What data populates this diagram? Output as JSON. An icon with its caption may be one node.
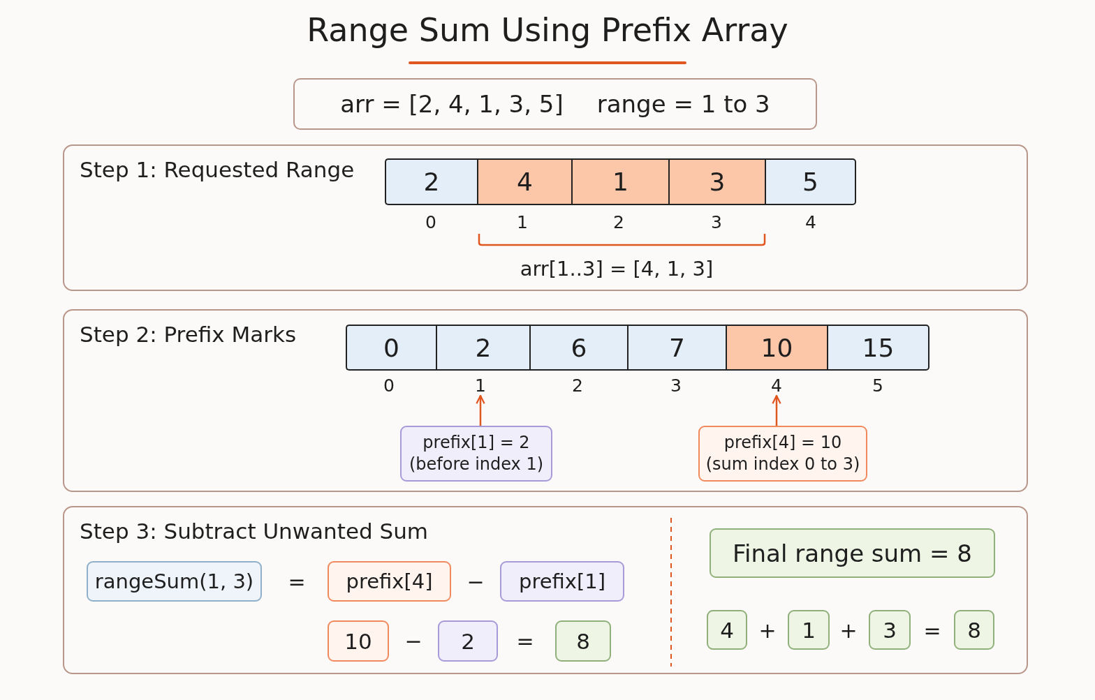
{
  "diagram": {
    "title": "Range Sum Using Prefix Array",
    "nodes": [
      {
        "text": [
          "arr = [2, 4, 1, 3, 5]",
          "range = 1 to 3"
        ]
      },
      {
        "text": [
          "Step 1: Requested Range"
        ]
      },
      {
        "text": [
          "2"
        ],
        "in": 1
      },
      {
        "text": [
          "4"
        ],
        "in": 1
      },
      {
        "text": [
          "1"
        ],
        "in": 1
      },
      {
        "text": [
          "3"
        ],
        "in": 1
      },
      {
        "text": [
          "5"
        ],
        "in": 1
      },
      {
        "text": [
          "Step 2: Prefix Marks"
        ]
      },
      {
        "text": [
          "0"
        ],
        "in": 7
      },
      {
        "text": [
          "2"
        ],
        "in": 7
      },
      {
        "text": [
          "6"
        ],
        "in": 7
      },
      {
        "text": [
          "7"
        ],
        "in": 7
      },
      {
        "text": [
          "10"
        ],
        "in": 7
      },
      {
        "text": [
          "15"
        ],
        "in": 7
      },
      {
        "text": [
          "0"
        ],
        "in": 7
      },
      {
        "text": [
          "1"
        ],
        "in": 7
      },
      {
        "text": [
          "2"
        ],
        "in": 7
      },
      {
        "text": [
          "3"
        ],
        "in": 7
      },
      {
        "text": [
          "4"
        ],
        "in": 7
      },
      {
        "text": [
          "5"
        ],
        "in": 7
      },
      {
        "text": [
          "prefix[1] = 2",
          "(before index 1)"
        ],
        "in": 7
      },
      {
        "text": [
          "prefix[4] = 10",
          "(sum index 0 to 3)"
        ],
        "in": 7
      },
      {
        "text": [
          "Step 3: Subtract Unwanted Sum"
        ]
      },
      {
        "text": [
          "rangeSum(1, 3)"
        ],
        "in": 22
      },
      {
        "text": [
          "prefix[4]"
        ],
        "in": 22
      },
      {
        "text": [
          "prefix[1]"
        ],
        "in": 22
      },
      {
        "text": [
          "10"
        ],
        "in": 22
      },
      {
        "text": [
          "2"
        ],
        "in": 22
      },
      {
        "text": [
          "8"
        ],
        "in": 22
      },
      {
        "text": [
          "Final range sum = 8"
        ],
        "in": 22
      },
      {
        "text": [
          "4"
        ],
        "in": 22
      },
      {
        "text": [
          "1"
        ],
        "in": 22
      },
      {
        "text": [
          "3"
        ],
        "in": 22
      },
      {
        "text": [
          "8"
        ],
        "in": 22
      }
    ],
    "edges": [
      {
        "from": 20,
        "to": 15,
        "arrow": "to"
      },
      {
        "from": 21,
        "to": 18,
        "arrow": "to"
      }
    ],
    "labels": [
      "0",
      "1",
      "2",
      "3",
      "4",
      "arr[1..3] = [4, 1, 3]",
      "=",
      "−",
      "−",
      "=",
      "+",
      "+",
      "="
    ]
  }
}
